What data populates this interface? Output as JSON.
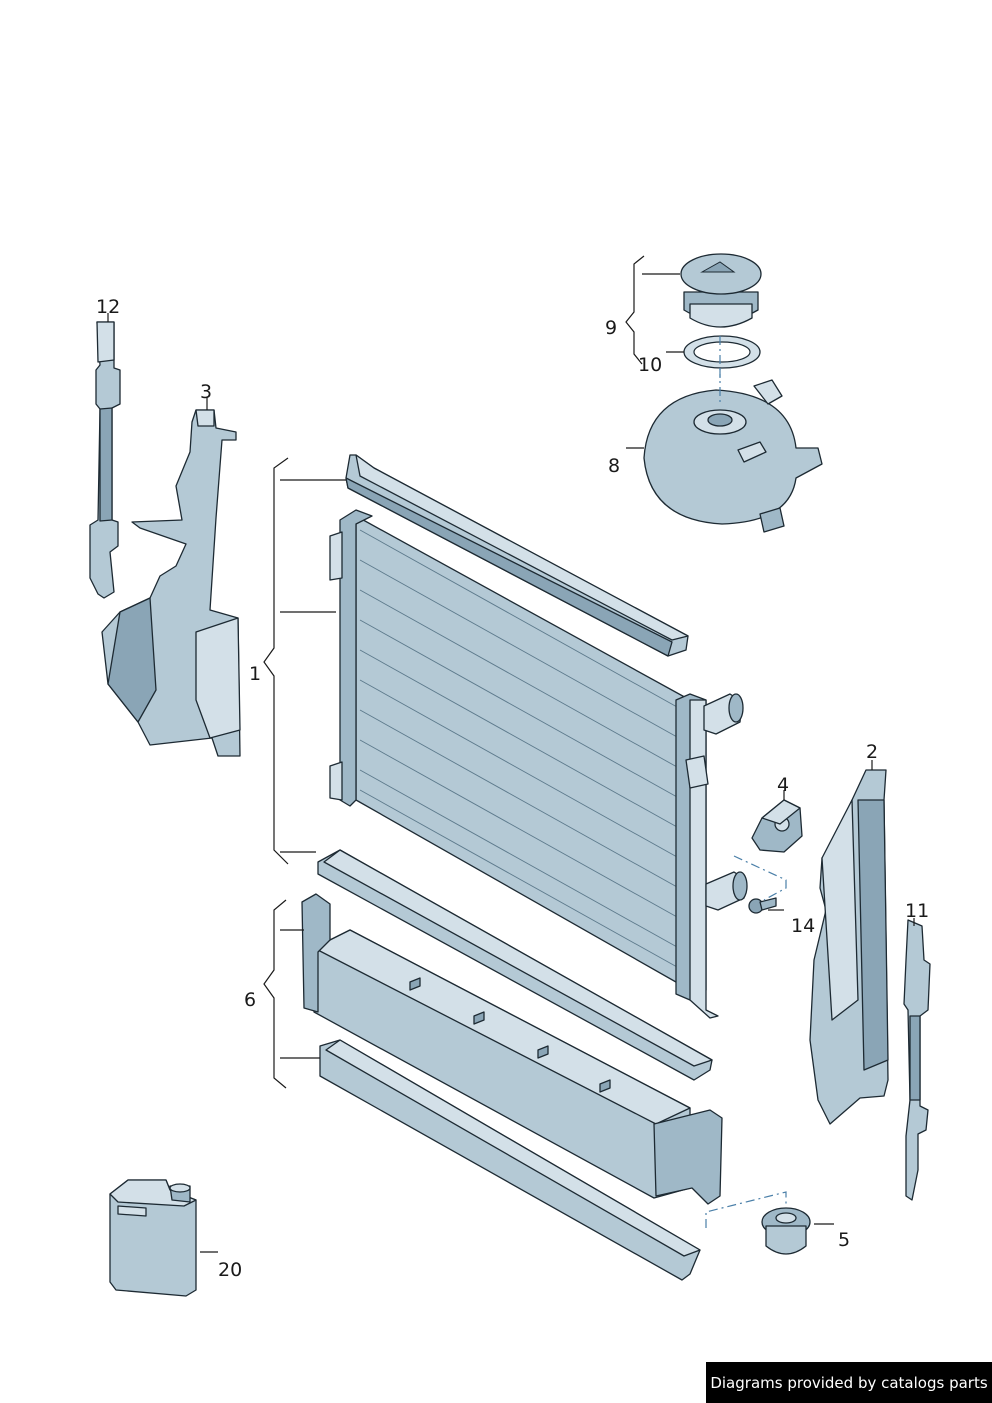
{
  "parts": {
    "p1": "1",
    "p2": "2",
    "p3": "3",
    "p4": "4",
    "p5": "5",
    "p6": "6",
    "p8": "8",
    "p9": "9",
    "p10": "10",
    "p11": "11",
    "p12": "12",
    "p14": "14",
    "p20": "20"
  },
  "credit": "Diagrams provided by catalogs parts",
  "colors": {
    "part_fill": "#b4c9d5",
    "part_outline": "#1d2a33",
    "background": "#ffffff",
    "credit_bg": "#000000",
    "credit_text": "#ffffff"
  }
}
